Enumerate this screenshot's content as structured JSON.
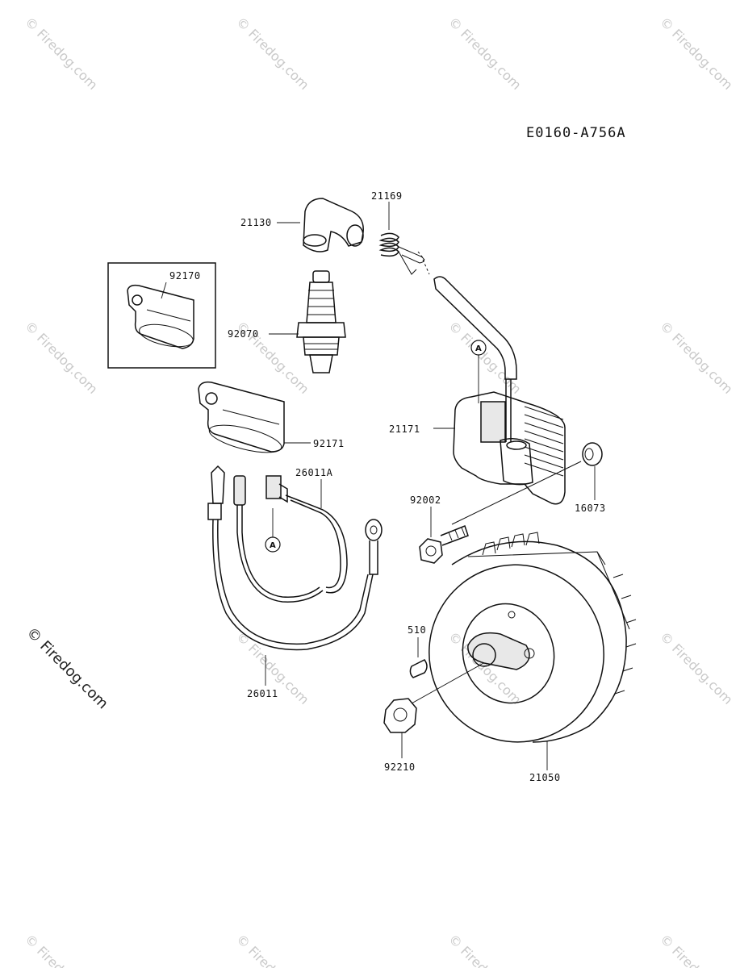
{
  "diagram_code": "E0160-A756A",
  "watermark": {
    "text": "© Firedog.com",
    "tiled_text": "© Firedog.com"
  },
  "reference_marker": "A",
  "parts": [
    {
      "id": "21130",
      "label": "21130"
    },
    {
      "id": "21169",
      "label": "21169"
    },
    {
      "id": "92170",
      "label": "92170"
    },
    {
      "id": "92070",
      "label": "92070"
    },
    {
      "id": "21171",
      "label": "21171"
    },
    {
      "id": "92171",
      "label": "92171"
    },
    {
      "id": "26011A",
      "label": "26011A"
    },
    {
      "id": "92002",
      "label": "92002"
    },
    {
      "id": "16073",
      "label": "16073"
    },
    {
      "id": "510",
      "label": "510"
    },
    {
      "id": "26011",
      "label": "26011"
    },
    {
      "id": "92210",
      "label": "92210"
    },
    {
      "id": "21050",
      "label": "21050"
    }
  ]
}
